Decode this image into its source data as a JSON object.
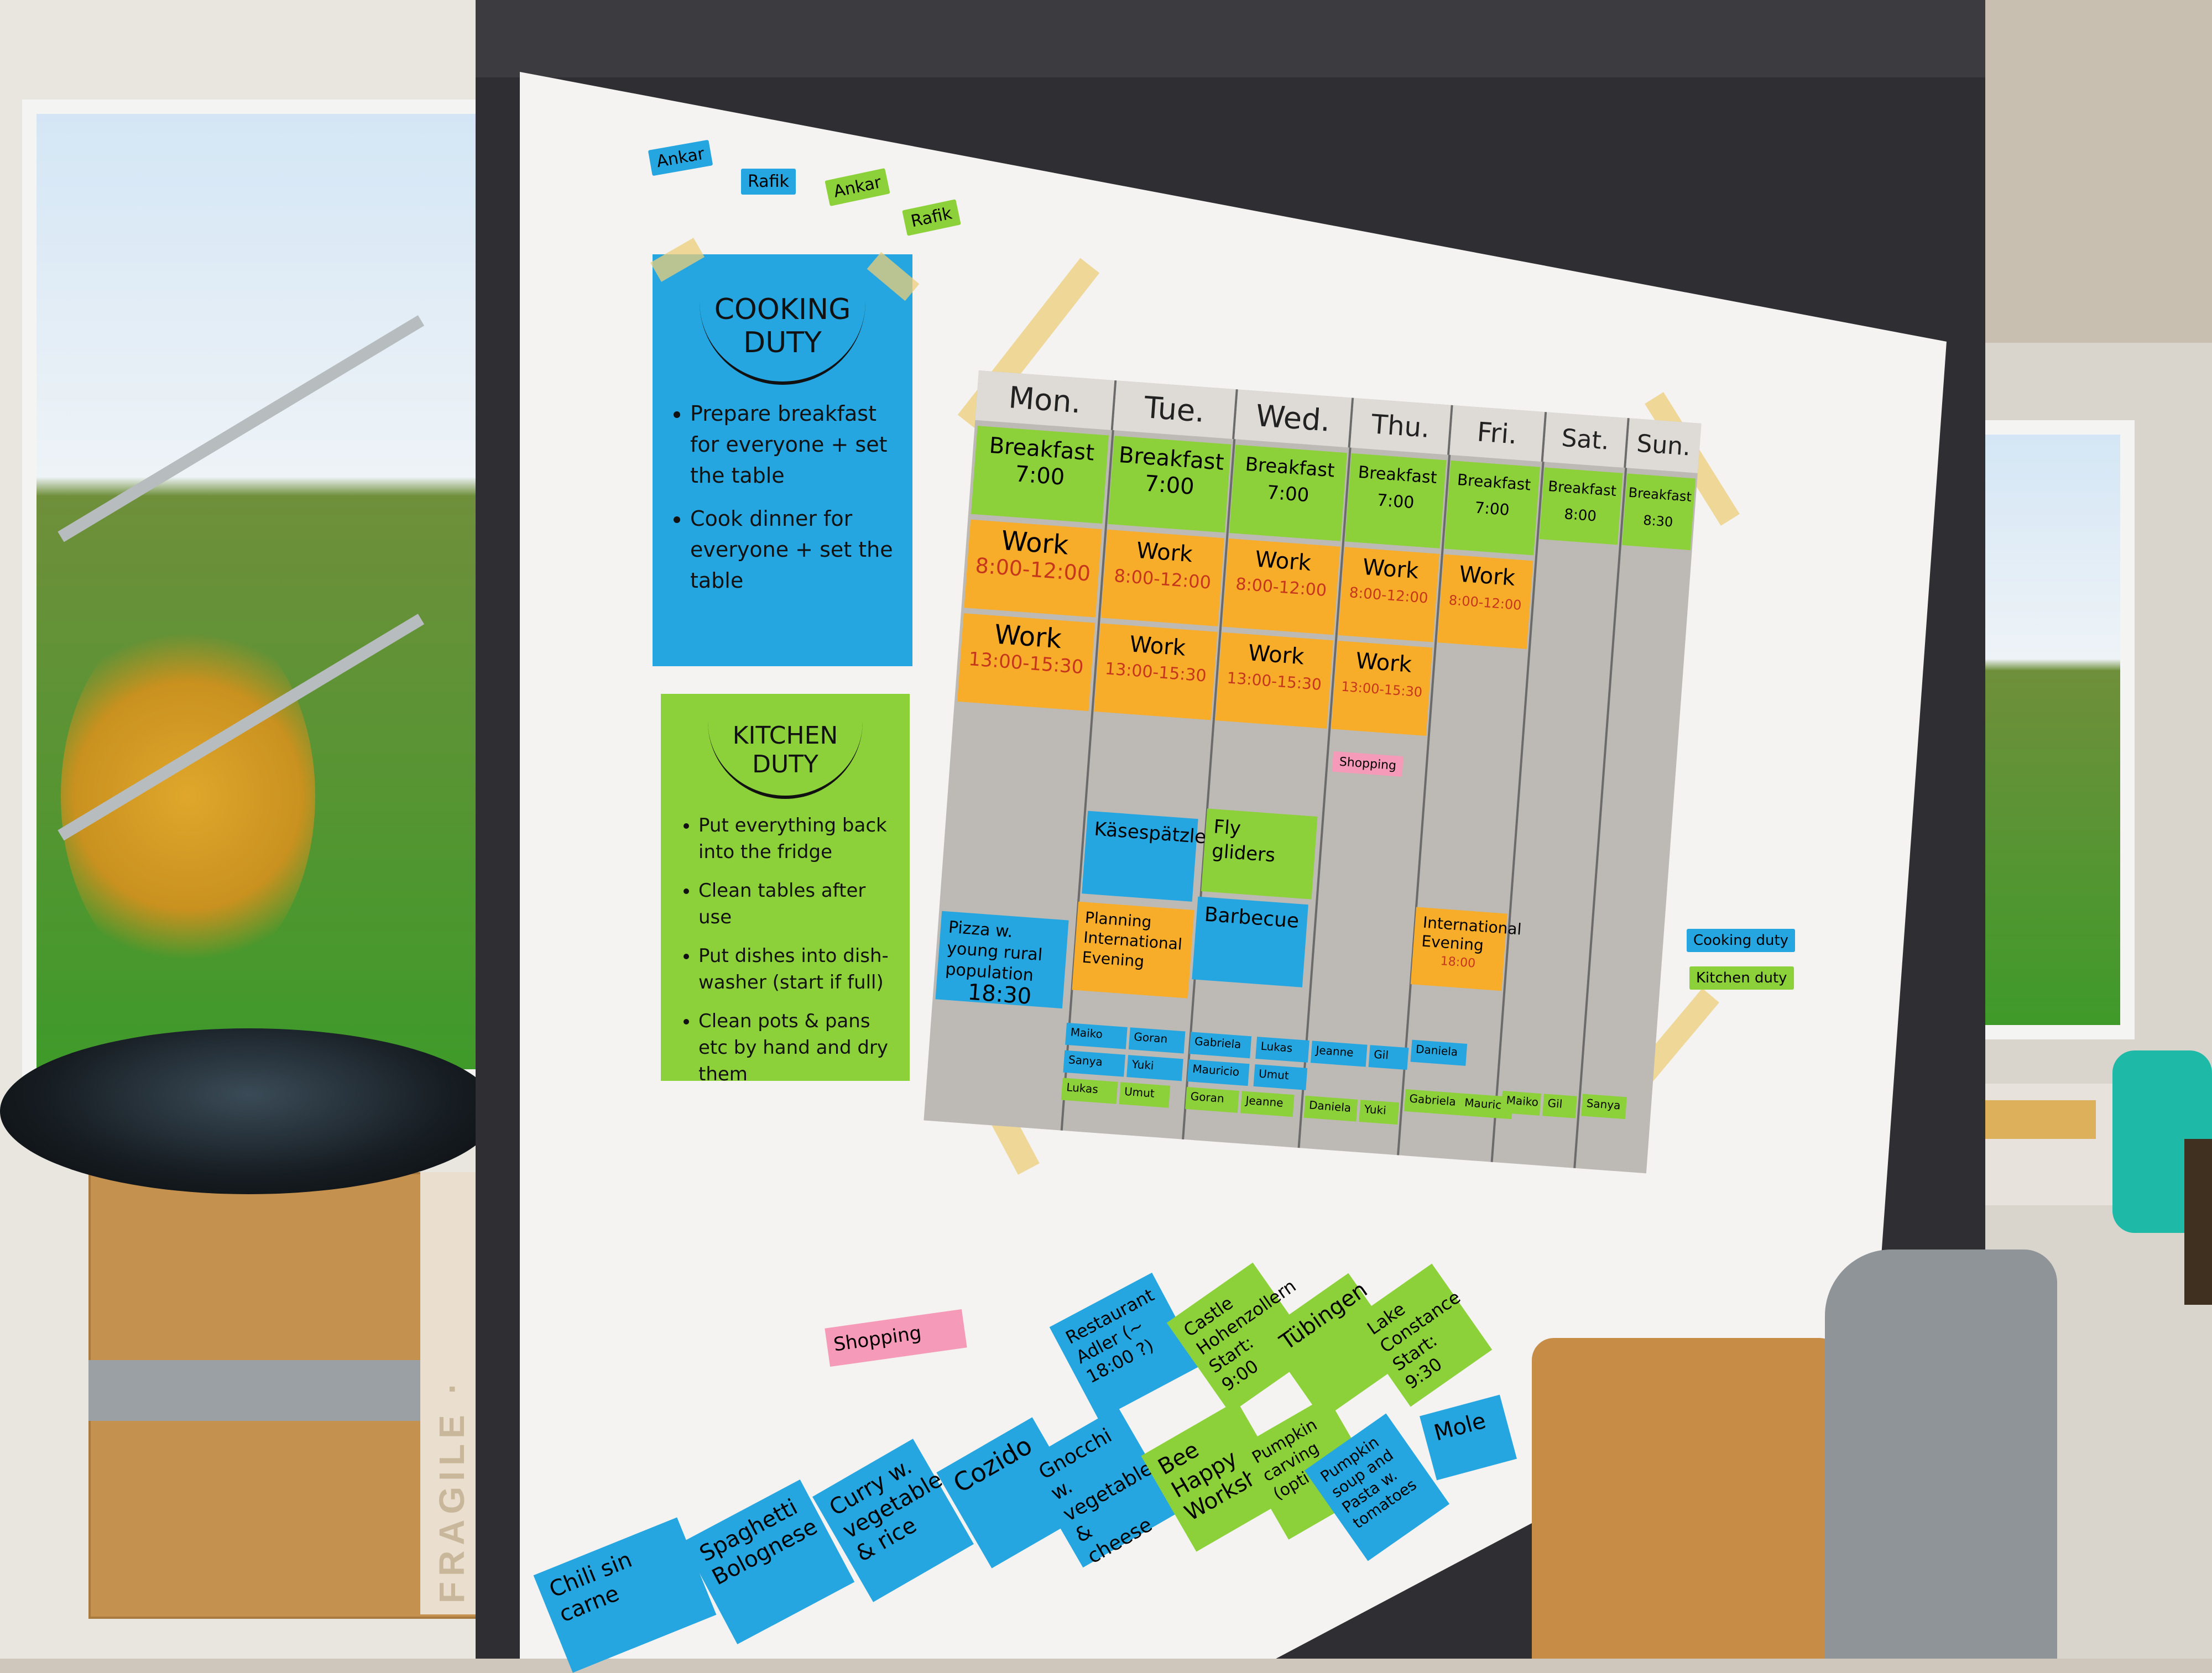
{
  "name_tags": [
    "Ankar",
    "Rafik",
    "Ankar",
    "Rafik"
  ],
  "cooking_duty": {
    "title": "COOKING DUTY",
    "items": [
      "Prepare breakfast for everyone + set the table",
      "Cook dinner for everyone + set the table"
    ]
  },
  "kitchen_duty": {
    "title": "KITCHEN DUTY",
    "items": [
      "Put everything back into the fridge",
      "Clean tables after use",
      "Put dishes into dish-washer (start if full)",
      "Clean pots & pans etc by hand and dry them"
    ]
  },
  "schedule": {
    "days": [
      "Mon.",
      "Tue.",
      "Wed.",
      "Thu.",
      "Fri.",
      "Sat.",
      "Sun."
    ],
    "breakfast": [
      {
        "label": "Breakfast",
        "time": "7:00"
      },
      {
        "label": "Breakfast",
        "time": "7:00"
      },
      {
        "label": "Breakfast",
        "time": "7:00"
      },
      {
        "label": "Breakfast",
        "time": "7:00"
      },
      {
        "label": "Breakfast",
        "time": "7:00"
      },
      {
        "label": "Breakfast",
        "time": "8:00"
      },
      {
        "label": "Breakfast",
        "time": "8:30"
      }
    ],
    "work_morning": [
      {
        "label": "Work",
        "time": "8:00-12:00"
      },
      {
        "label": "Work",
        "time": "8:00-12:00"
      },
      {
        "label": "Work",
        "time": "8:00-12:00"
      },
      {
        "label": "Work",
        "time": "8:00-12:00"
      },
      {
        "label": "Work",
        "time": "8:00-12:00"
      }
    ],
    "work_afternoon": [
      {
        "label": "Work",
        "time": "13:00-15:30"
      },
      {
        "label": "Work",
        "time": "13:00-15:30"
      },
      {
        "label": "Work",
        "time": "13:00-15:30"
      },
      {
        "label": "Work",
        "time": "13:00-15:30"
      }
    ],
    "shopping_tag": "Shopping",
    "events": {
      "kasespatzle": "Käsespätzle",
      "fly_gliders": "Fly gliders",
      "pizza": "Pizza w. young rural population",
      "pizza_time": "18:30",
      "planning": "Planning International Evening",
      "barbecue": "Barbecue",
      "international": "International Evening",
      "international_time": "18:00"
    },
    "names_blue_row1": [
      "Maiko",
      "Goran",
      "Gabriela",
      "Lukas",
      "Jeanne",
      "Gil",
      "Daniela"
    ],
    "names_blue_row2": [
      "Sanya",
      "Yuki",
      "Mauricio",
      "Umut"
    ],
    "names_green_row": [
      "Lukas",
      "Umut",
      "Goran",
      "Jeanne",
      "Daniela",
      "Yuki",
      "Gabriela",
      "Mauricio",
      "Maiko",
      "Gil",
      "Sanya"
    ],
    "legend": {
      "cooking": "Cooking duty",
      "kitchen": "Kitchen duty"
    }
  },
  "bottom_notes": {
    "shopping": "Shopping",
    "restaurant": "Restaurant Adler (~ 18:00 ?)",
    "castle": "Castle Hohenzollern Start: 9:00",
    "tubingen": "Tübingen",
    "lake": "Lake Constance Start: 9:30",
    "chili": "Chili sin carne",
    "spaghetti": "Spaghetti Bolognese",
    "curry": "Curry w. vegetables & rice",
    "cozido": "Cozido",
    "gnocchi": "Gnocchi w. vegetables & cheese",
    "bee": "Bee Happy Workshop",
    "pumpkin": "Pumpkin carving (optional)",
    "pumpkin_soup": "Pumpkin soup and Pasta w. tomatoes",
    "mole": "Mole"
  },
  "box_label": "FRAGILE · HANDLE WITH CARE · PLEASE"
}
